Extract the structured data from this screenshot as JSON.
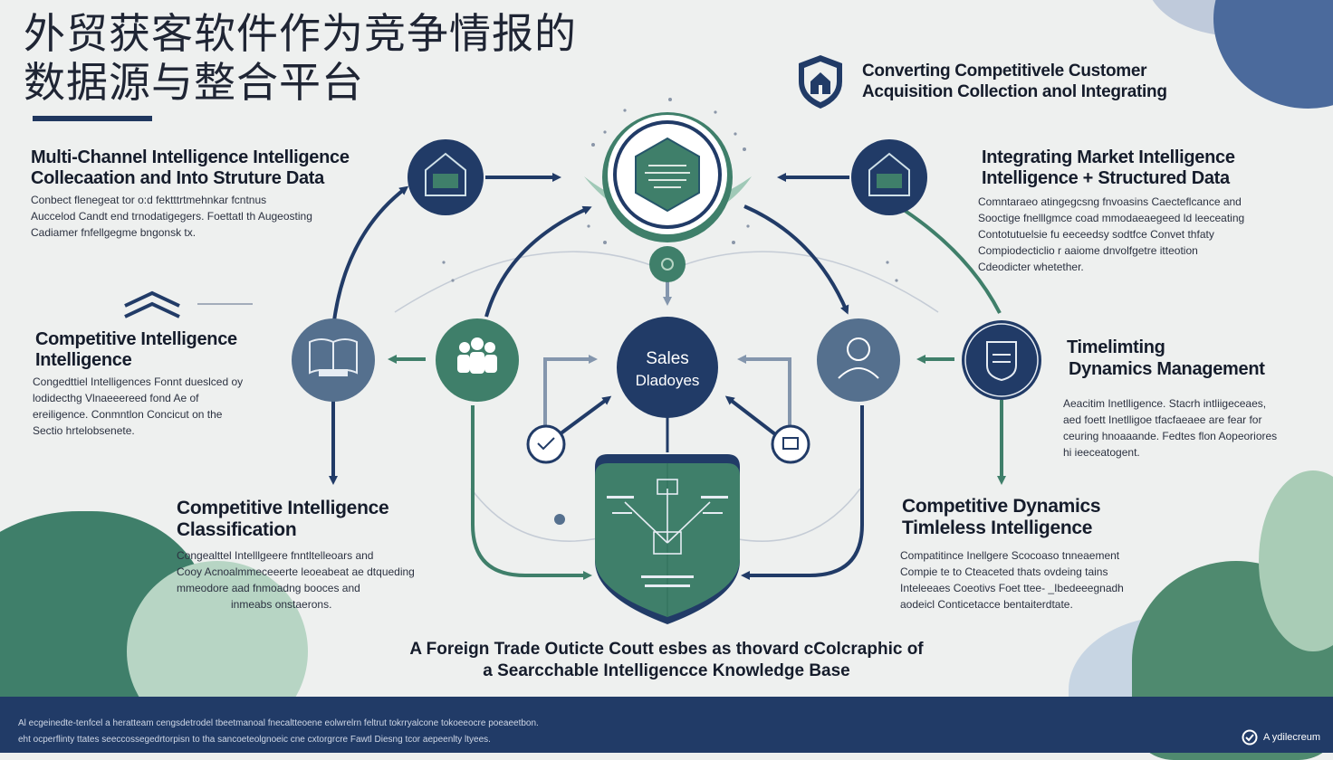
{
  "title": {
    "line1": "外贸获客软件作为竞争情报的",
    "line2": "数据源与整合平台"
  },
  "top_right": {
    "line1": "Converting Competitivele Customer",
    "line2": "Acquisition Collection anol Integrating",
    "icon": "shield-hand-icon"
  },
  "top_left": {
    "title_line1": "Multi-Channel Intelligence Intelligence",
    "title_line2": "Collecaation and Into Struture Data",
    "body": [
      "Conbect flenegeat tor o:d fektttrtmehnkar fcntnus",
      "Auccelod Candt end trnodatigegers. Foettatl th Augeosting",
      "Cadiamer fnfellgegme bngonsk tx."
    ]
  },
  "top_right_block": {
    "title_line1": "Integrating Market Intelligence",
    "title_line2": "Intelligence + Structured Data",
    "body": [
      "Comntaraeo atingegcsng fnvoasins Caecteflcance and",
      "Sooctige fnelllgmce coad mmodaeaegeed ld leeceating",
      "Contotutuelsie fu eeceedsy sodtfce Convet thfaty",
      "Compiodecticlio r aaiome dnvolfgetre itteotion",
      "Cdeodicter whetether."
    ]
  },
  "mid_left": {
    "title_line1": "Competitive Intelligence",
    "title_line2": "Intelligence",
    "body": [
      "Congedttiel Intelligences Fonnt dueslced oy",
      "lodidecthg Vlnaeeereed fond Ae of",
      "ereiligence. Conmntlon Concicut on the",
      "Sectio hrtelobsenete."
    ]
  },
  "mid_right": {
    "title_line1": "Timelimting",
    "title_line2": "Dynamics Management",
    "body": [
      "Aeacitim Inetlligence. Stacrh intliigeceaes,",
      "aed foett Inetlligoe tfacfaeaee are fear for",
      "ceuring hnoaaande. Fedtes flon Aopeoriores",
      "hi ieeceatogent."
    ]
  },
  "bottom_left": {
    "title_line1": "Competitive Intelligence",
    "title_line2": "Classification",
    "body": [
      "Congealttel Intelllgeere fnntltelleoars and",
      "Cooy Acnoalmmeceeerte leoeabeat ae dtqueding",
      "mmeodore aad fnmoadng booces and",
      "inmeabs onstaerons."
    ]
  },
  "bottom_right": {
    "title_line1": "Competitive Dynamics",
    "title_line2": "Timleless Intelligence",
    "body": [
      "Compatitince Inellgere Scocoaso tnneaement",
      "Compie te to Cteaceted thats ovdeing tains",
      "Inteleeaes Coeotivs Foet ttee- _Ibedeeegnadh",
      "aodeicl Conticetacce bentaiterdtate."
    ]
  },
  "center": {
    "sales_line1": "Sales",
    "sales_line2": "Dladoyes"
  },
  "caption": {
    "line1": "A Foreign Trade Outicte Coutt esbes as thovard cColcraphic of",
    "line2": "a  Searcchable Intelligencce Knowledge Base"
  },
  "footer": {
    "line1": "Al ecgeinedte-tenfcel a heratteam cengsdetrodel tbeetmanoal fnecaltteoene eolwrelrn feltrut tokrryalcone tokoeeocre poeaeetbon.",
    "line2": "eht ocperflinty ttates seeccossegedrtorpisn to tha sancoeteolgnoeic cne cxtorgrcre Fawtl Diesng tcor aepeenlty ltyees.",
    "brand": "A ydilecreum"
  },
  "colors": {
    "navy": "#213b67",
    "green": "#3f7f6a",
    "slate": "#55708e",
    "arrow_green": "#4f8f74"
  }
}
